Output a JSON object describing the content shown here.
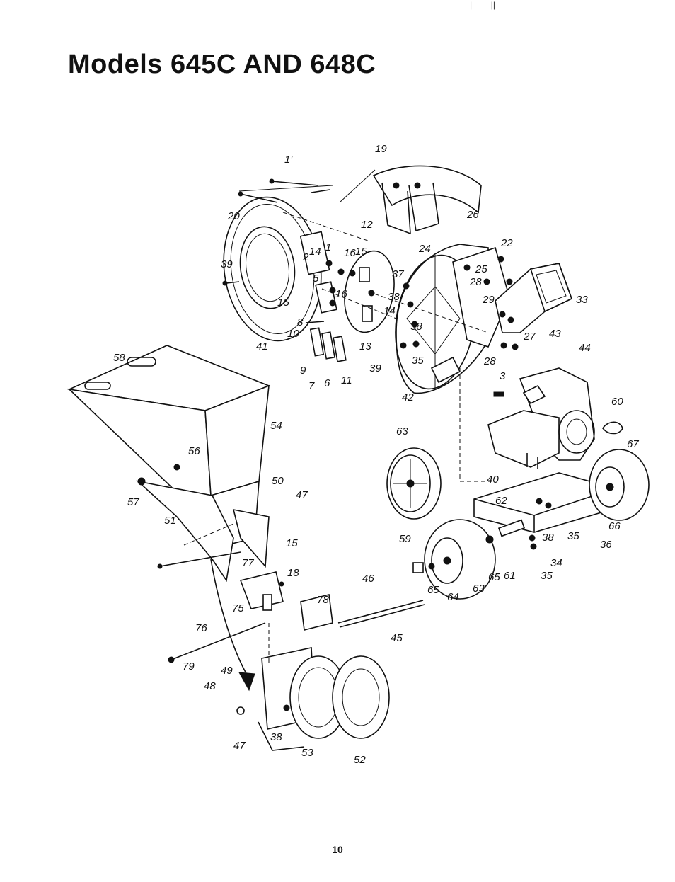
{
  "title": "Models  645C AND 648C",
  "page_number": "10",
  "callouts": [
    {
      "id": "c1p",
      "label": "1'"
    },
    {
      "id": "c19",
      "label": "19"
    },
    {
      "id": "c20",
      "label": "20"
    },
    {
      "id": "c26",
      "label": "26"
    },
    {
      "id": "c12",
      "label": "12"
    },
    {
      "id": "c22",
      "label": "22"
    },
    {
      "id": "c39a",
      "label": "39"
    },
    {
      "id": "c2",
      "label": "2"
    },
    {
      "id": "c14a",
      "label": "14"
    },
    {
      "id": "c1",
      "label": "1"
    },
    {
      "id": "c16a",
      "label": "16"
    },
    {
      "id": "c15a",
      "label": "15"
    },
    {
      "id": "c24",
      "label": "24"
    },
    {
      "id": "c37",
      "label": "37"
    },
    {
      "id": "c25",
      "label": "25"
    },
    {
      "id": "c28a",
      "label": "28"
    },
    {
      "id": "c29",
      "label": "29"
    },
    {
      "id": "c33",
      "label": "33"
    },
    {
      "id": "c5",
      "label": "5"
    },
    {
      "id": "c16b",
      "label": "16"
    },
    {
      "id": "c15b",
      "label": "15"
    },
    {
      "id": "c38a",
      "label": "38"
    },
    {
      "id": "c14b",
      "label": "14"
    },
    {
      "id": "c8",
      "label": "8"
    },
    {
      "id": "c10",
      "label": "10"
    },
    {
      "id": "c38b",
      "label": "38"
    },
    {
      "id": "c27",
      "label": "27"
    },
    {
      "id": "c43",
      "label": "43"
    },
    {
      "id": "c44",
      "label": "44"
    },
    {
      "id": "c41",
      "label": "41"
    },
    {
      "id": "c13",
      "label": "13"
    },
    {
      "id": "c28b",
      "label": "28"
    },
    {
      "id": "c35a",
      "label": "35"
    },
    {
      "id": "c58",
      "label": "58"
    },
    {
      "id": "c9",
      "label": "9"
    },
    {
      "id": "c39b",
      "label": "39"
    },
    {
      "id": "c3",
      "label": "3"
    },
    {
      "id": "c7",
      "label": "7"
    },
    {
      "id": "c6",
      "label": "6"
    },
    {
      "id": "c11",
      "label": "11"
    },
    {
      "id": "c42",
      "label": "42"
    },
    {
      "id": "c60",
      "label": "60"
    },
    {
      "id": "c54",
      "label": "54"
    },
    {
      "id": "c63a",
      "label": "63"
    },
    {
      "id": "c67",
      "label": "67"
    },
    {
      "id": "c56",
      "label": "56"
    },
    {
      "id": "c50",
      "label": "50"
    },
    {
      "id": "c40",
      "label": "40"
    },
    {
      "id": "c57",
      "label": "57"
    },
    {
      "id": "c47a",
      "label": "47"
    },
    {
      "id": "c62",
      "label": "62"
    },
    {
      "id": "c66",
      "label": "66"
    },
    {
      "id": "c51",
      "label": "51"
    },
    {
      "id": "c15c",
      "label": "15"
    },
    {
      "id": "c59",
      "label": "59"
    },
    {
      "id": "c38c",
      "label": "38"
    },
    {
      "id": "c35b",
      "label": "35"
    },
    {
      "id": "c36",
      "label": "36"
    },
    {
      "id": "c77",
      "label": "77"
    },
    {
      "id": "c18",
      "label": "18"
    },
    {
      "id": "c34",
      "label": "34"
    },
    {
      "id": "c35c",
      "label": "35"
    },
    {
      "id": "c65a",
      "label": "65"
    },
    {
      "id": "c61",
      "label": "61"
    },
    {
      "id": "c46",
      "label": "46"
    },
    {
      "id": "c65b",
      "label": "65"
    },
    {
      "id": "c64",
      "label": "64"
    },
    {
      "id": "c63b",
      "label": "63"
    },
    {
      "id": "c75",
      "label": "75"
    },
    {
      "id": "c78",
      "label": "78"
    },
    {
      "id": "c76",
      "label": "76"
    },
    {
      "id": "c45",
      "label": "45"
    },
    {
      "id": "c79",
      "label": "79"
    },
    {
      "id": "c49",
      "label": "49"
    },
    {
      "id": "c48",
      "label": "48"
    },
    {
      "id": "c38d",
      "label": "38"
    },
    {
      "id": "c47b",
      "label": "47"
    },
    {
      "id": "c53",
      "label": "53"
    },
    {
      "id": "c52",
      "label": "52"
    }
  ]
}
